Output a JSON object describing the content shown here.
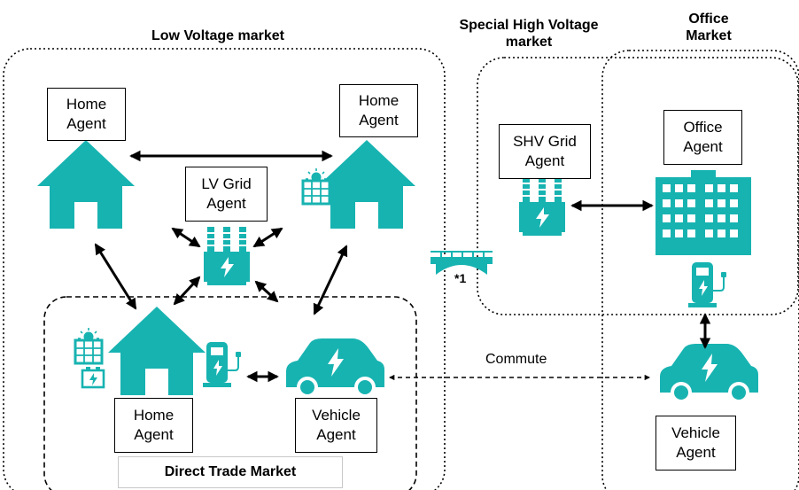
{
  "colors": {
    "icon": "#17b3b1",
    "line": "#000000",
    "panel": "#ffffff"
  },
  "markets": {
    "low_voltage": "Low Voltage market",
    "special_high_voltage": "Special High Voltage\nmarket",
    "office": "Office\nMarket",
    "direct_trade": "Direct Trade Market"
  },
  "agents": {
    "home_left": "Home\nAgent",
    "home_right": "Home\nAgent",
    "lv_grid": "LV Grid\nAgent",
    "shv_grid": "SHV Grid\nAgent",
    "office": "Office\nAgent",
    "home_bottom": "Home\nAgent",
    "vehicle_bottom": "Vehicle\nAgent",
    "vehicle_office": "Vehicle\nAgent"
  },
  "labels": {
    "commute": "Commute",
    "bridge_note": "*1"
  },
  "icons": [
    "house-icon",
    "solar-panel-icon",
    "battery-icon",
    "transformer-icon",
    "ev-charger-icon",
    "electric-car-icon",
    "office-building-icon",
    "bridge-icon"
  ]
}
